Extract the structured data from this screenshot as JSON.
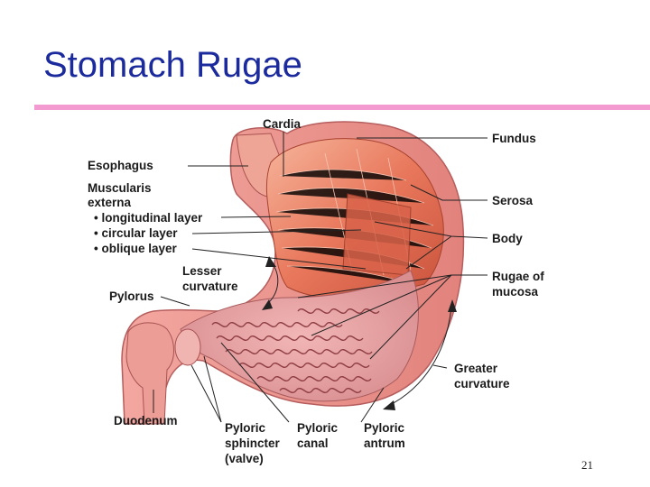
{
  "slide": {
    "title": "Stomach Rugae",
    "number": "21",
    "accent_color": "#f39ad0",
    "title_color": "#1b2a9c"
  },
  "labels": {
    "cardia": "Cardia",
    "fundus": "Fundus",
    "esophagus": "Esophagus",
    "muscularis_1": "Muscularis",
    "muscularis_2": "externa",
    "longitudinal": "• longitudinal layer",
    "circular": "• circular layer",
    "oblique": "• oblique layer",
    "serosa": "Serosa",
    "body": "Body",
    "lesser_1": "Lesser",
    "lesser_2": "curvature",
    "rugae_1": "Rugae of",
    "rugae_2": "mucosa",
    "pylorus": "Pylorus",
    "greater_1": "Greater",
    "greater_2": "curvature",
    "duodenum": "Duodenum",
    "sphincter_1": "Pyloric",
    "sphincter_2": "sphincter",
    "sphincter_3": "(valve)",
    "canal_1": "Pyloric",
    "canal_2": "canal",
    "antrum_1": "Pyloric",
    "antrum_2": "antrum"
  }
}
